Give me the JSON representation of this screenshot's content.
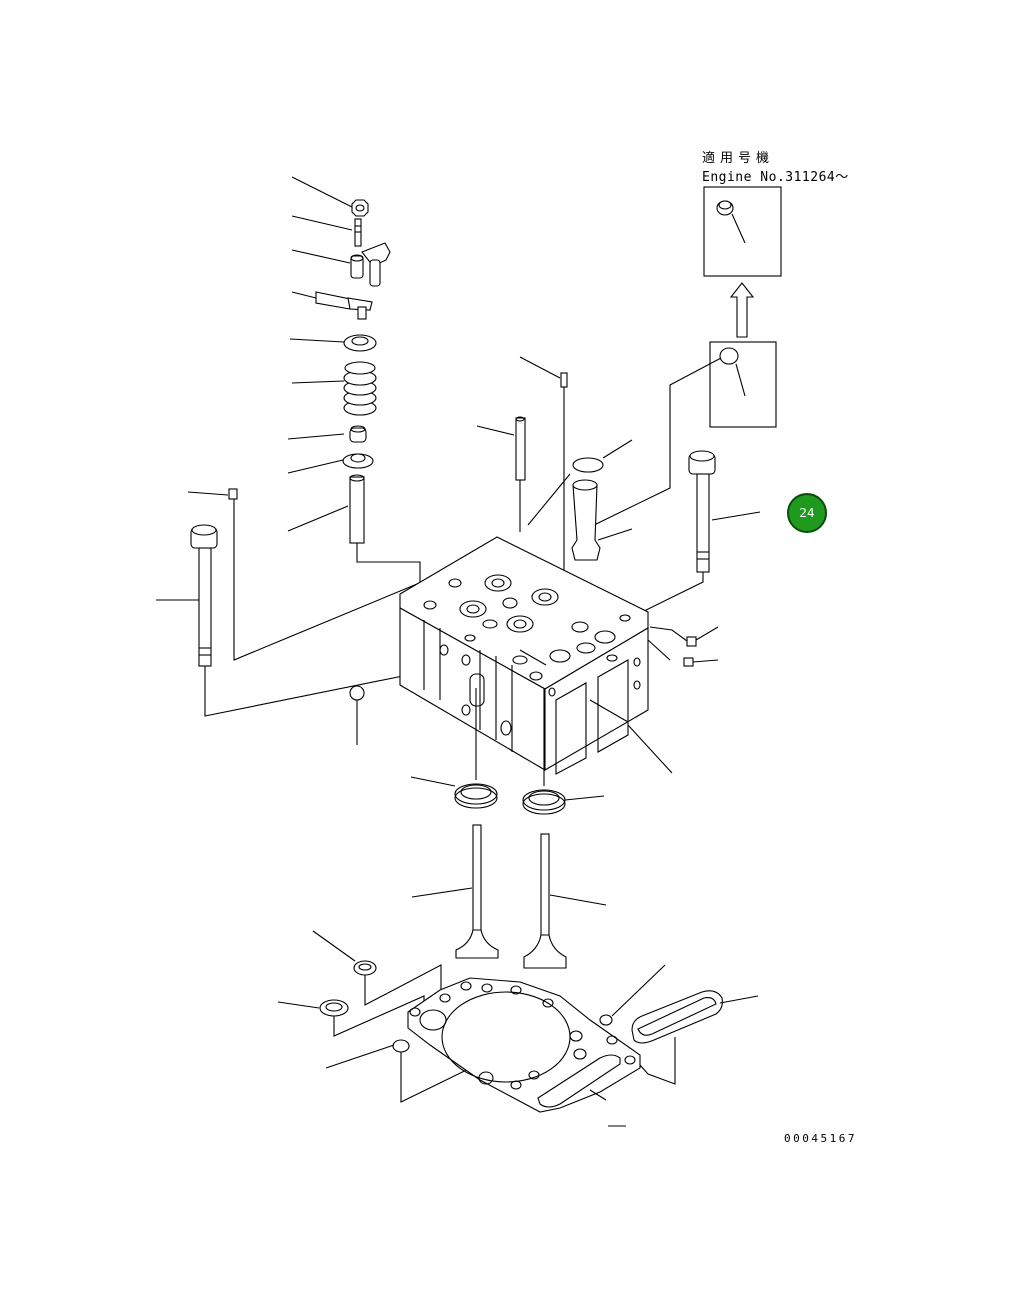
{
  "applicability": {
    "label_jp": "適用号機",
    "label_en": "Engine No.311264～"
  },
  "document_number": "00045167",
  "callout_badge": {
    "label": "24",
    "color": "#1f9a1f"
  }
}
